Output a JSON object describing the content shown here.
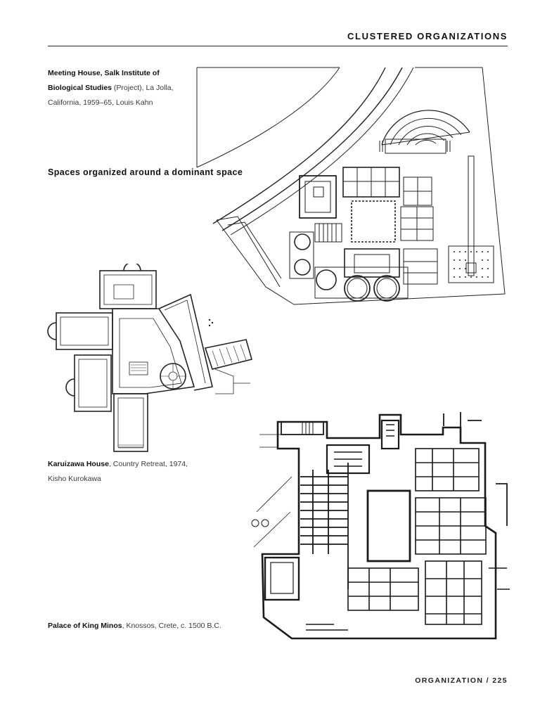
{
  "header": {
    "title": "CLUSTERED ORGANIZATIONS"
  },
  "captions": {
    "salk": {
      "name": "Meeting House, Salk Institute of Biological Studies",
      "detail": " (Project), La Jolla, California, 1959–65, Louis Kahn"
    },
    "karuizawa": {
      "name": "Karuizawa House",
      "detail": ", Country Retreat, 1974, Kisho Kurokawa"
    },
    "knossos": {
      "name": "Palace of King Minos",
      "detail": ", Knossos, Crete, c. 1500 B.C."
    }
  },
  "section_heading": "Spaces organized around a dominant space",
  "footer": {
    "folio": "ORGANIZATION / 225"
  }
}
